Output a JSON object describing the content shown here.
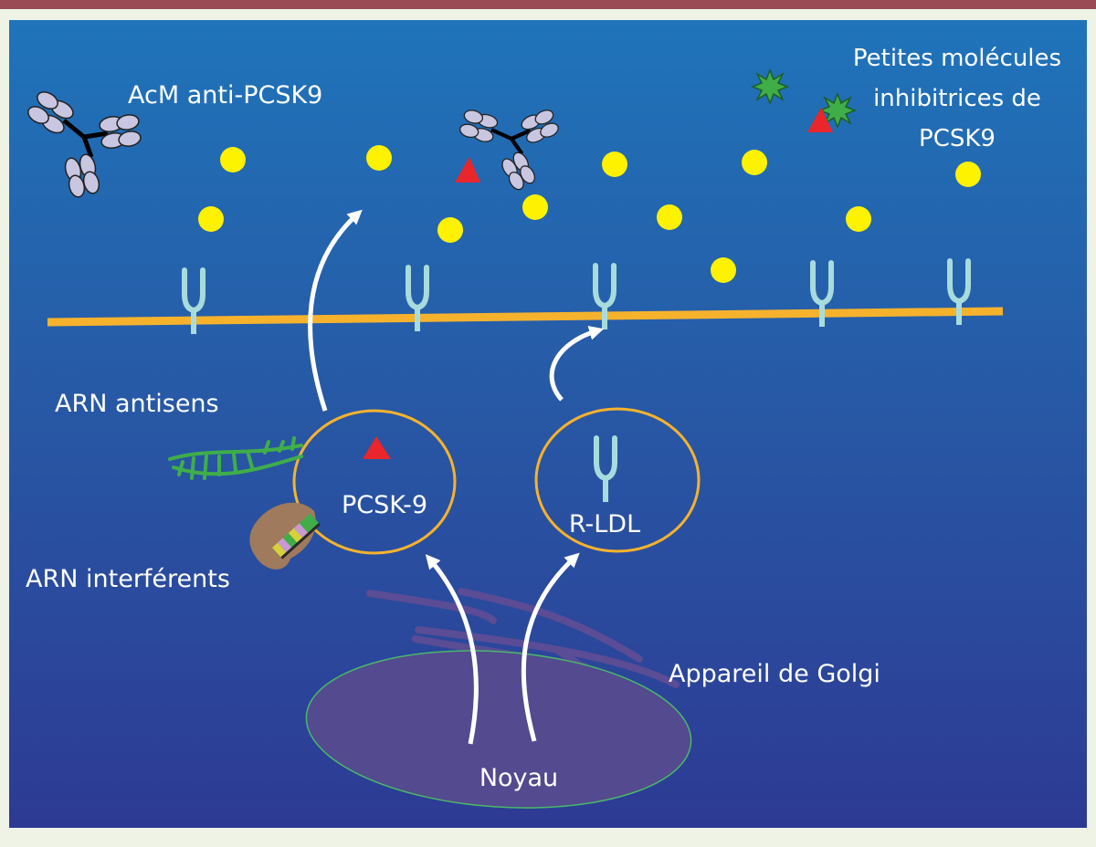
{
  "labels": {
    "antibody": "AcM anti-PCSK9",
    "small_molecules": [
      "Petites molécules",
      "inhibitrices de",
      "PCSK9"
    ],
    "antisense": "ARN antisens",
    "interfering": "ARN interférents",
    "pcsk9": "PCSK-9",
    "rldl": "R-LDL",
    "golgi": "Appareil de Golgi",
    "nucleus": "Noyau"
  },
  "colors": {
    "top_bar": "#9a4a55",
    "background": "#eef3e6",
    "cell_top": "#1f74ba",
    "cell_bottom": "#2d3a94",
    "membrane": "#f6b22d",
    "receptor": "#a8dcdc",
    "ldl_particle": "#fff200",
    "pcsk9_triangle": "#e8262b",
    "vesicle_outline": "#f6b22d",
    "nucleus_fill": "#544a8f",
    "nucleus_outline": "#49b86a",
    "golgi": "#5a4c95",
    "antisense_rna": "#3fae49",
    "small_molecule": "#3fae49",
    "antibody": "#c9c6e1",
    "text": "#ffffff"
  },
  "icons": {
    "antibody": "y-shaped-antibody-icon",
    "small_molecule": "green-starburst-icon",
    "receptor": "y-shaped-receptor-icon",
    "ldl_particle": "yellow-dot",
    "pcsk9": "red-triangle-icon",
    "sirna": "interfering-rna-complex-icon"
  }
}
